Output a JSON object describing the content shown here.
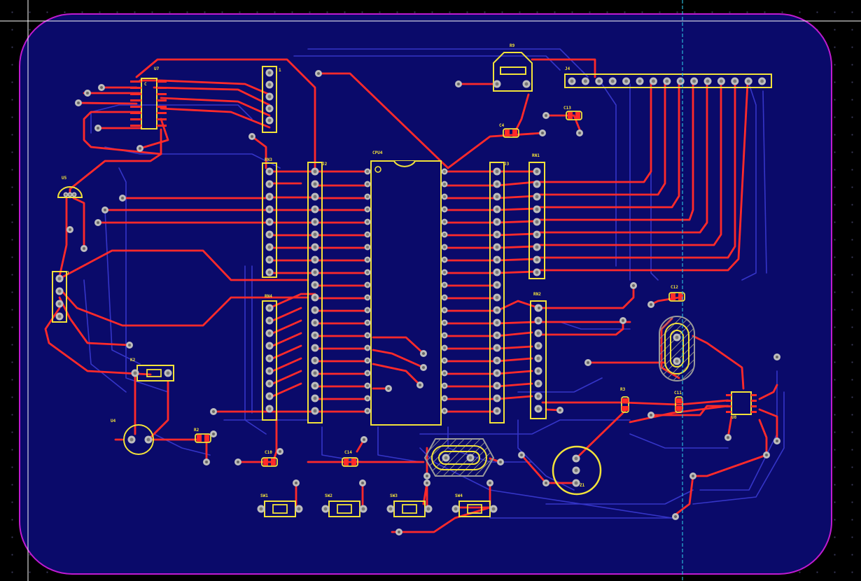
{
  "colors": {
    "board_fill": "#0a0a6a",
    "board_outline": "#c01ad0",
    "top_copper": "#ff2a2a",
    "bottom_copper": "#3535c8",
    "silkscreen": "#f2e23a",
    "pad": "#bdbdbd",
    "crosshair": "#ffffff",
    "guide": "#2ab6d6"
  },
  "icons": {
    "cursor": "crosshair-icon"
  },
  "components": {
    "cpu": {
      "designator": "CPU4",
      "pins_per_side": 20
    },
    "u7": {
      "designator": "U7",
      "pin1": "C"
    },
    "j1": {
      "designator": "1"
    },
    "rn3": {
      "designator": "RN3"
    },
    "rn4": {
      "designator": "RN4"
    },
    "rn1": {
      "designator": "RN1"
    },
    "rn2": {
      "designator": "RN2"
    },
    "header_left": {
      "designator": "J2"
    },
    "header_right": {
      "designator": "J3"
    },
    "j4": {
      "designator": "J4",
      "pins": 15
    },
    "r9": {
      "designator": "R9"
    },
    "c4": {
      "designator": "C4"
    },
    "c13": {
      "designator": "C13"
    },
    "c12": {
      "designator": "C12"
    },
    "c11": {
      "designator": "C11"
    },
    "c10": {
      "designator": "C10"
    },
    "c14": {
      "designator": "C14"
    },
    "r3": {
      "designator": "R3"
    },
    "r2": {
      "designator": "R2"
    },
    "u5": {
      "designator": "U5"
    },
    "j_small": {
      "designator": "J"
    },
    "u4": {
      "designator": "U4"
    },
    "z1": {
      "designator": "Z1"
    },
    "u8": {
      "designator": "U8"
    },
    "k2": {
      "designator": "K2"
    },
    "sw1": {
      "designator": "SW1"
    },
    "sw2": {
      "designator": "SW2"
    },
    "sw3": {
      "designator": "SW3"
    },
    "sw4": {
      "designator": "SW4"
    }
  }
}
